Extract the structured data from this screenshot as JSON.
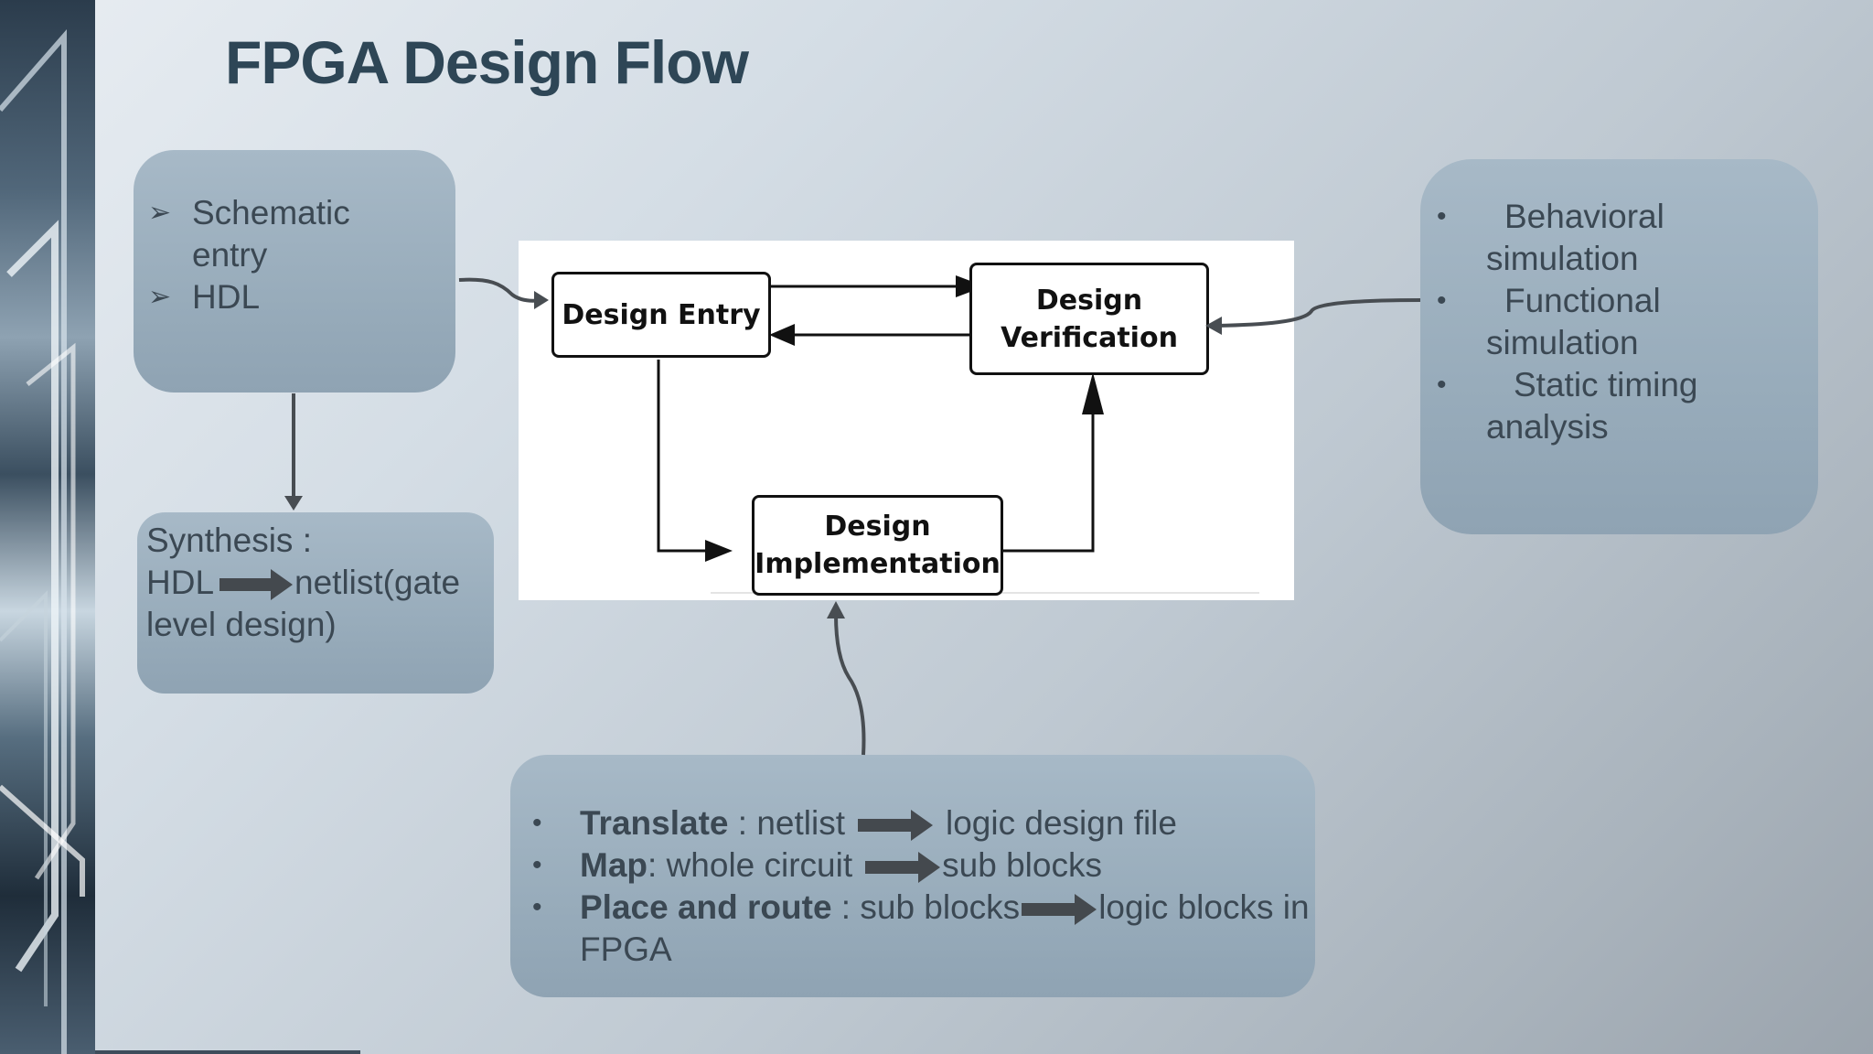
{
  "slide": {
    "title": "FPGA Design Flow"
  },
  "entry_box": {
    "items": [
      "Schematic entry",
      "HDL"
    ],
    "marker": "➢"
  },
  "synthesis_box": {
    "line1": "Synthesis :",
    "from": "HDL",
    "to": "netlist(gate level design)",
    "to_part1": "netlist(gate",
    "to_part2": "level design)"
  },
  "simulation_box": {
    "items": [
      "Behavioral simulation",
      "Functional simulation",
      "Static timing analysis"
    ]
  },
  "implementation_box": {
    "items": [
      {
        "term": "Translate",
        "sep": " : ",
        "from": "netlist",
        "to": "logic design file"
      },
      {
        "term": "Map",
        "sep": ": ",
        "from": "whole circuit",
        "to": "sub blocks"
      },
      {
        "term": "Place and route",
        "sep": " : ",
        "from": "sub blocks",
        "to": "logic blocks in FPGA"
      }
    ]
  },
  "flow_diagram": {
    "nodes": {
      "entry": "Design Entry",
      "verification": [
        "Design",
        "Verification"
      ],
      "implementation": [
        "Design",
        "Implementation"
      ]
    }
  },
  "colors": {
    "title": "#2e4656",
    "box_text": "#3b4853",
    "box_fill": "#9aaebd",
    "arrow": "#4a4f55"
  }
}
